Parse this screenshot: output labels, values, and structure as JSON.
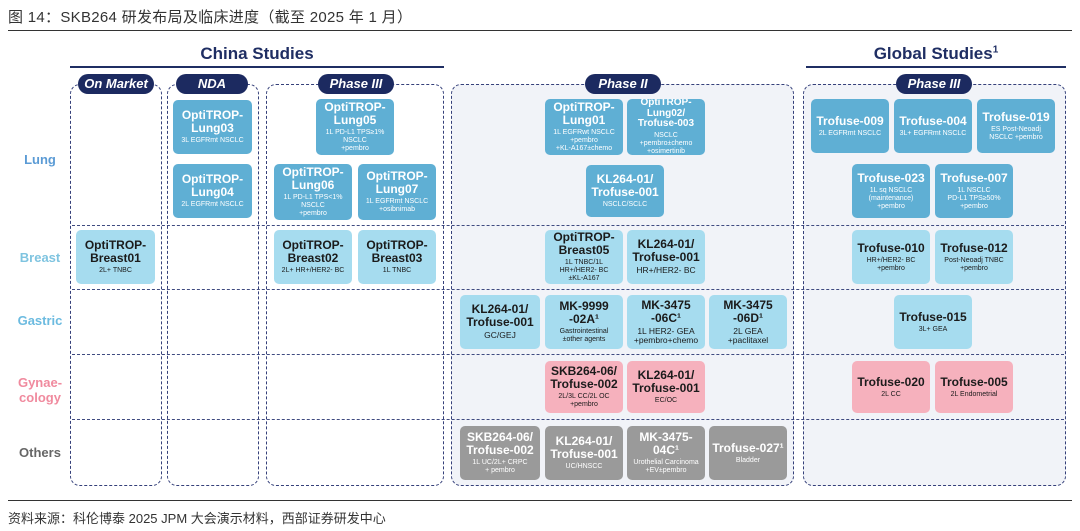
{
  "figure_title": "图 14：SKB264 研发布局及临床进度（截至 2025 年 1 月）",
  "source": "资料来源：科伦博泰 2025 JPM 大会演示材料，西部证券研发中心",
  "regions": {
    "china": "China Studies",
    "global": "Global Studies",
    "global_sup": "1"
  },
  "phases": {
    "on_market": "On Market",
    "nda": "NDA",
    "phase3": "Phase III",
    "phase2": "Phase II",
    "global_phase3": "Phase III"
  },
  "rows": {
    "lung": "Lung",
    "breast": "Breast",
    "gastric": "Gastric",
    "gyn1": "Gynae-",
    "gyn2": "cology",
    "others": "Others"
  },
  "colors": {
    "navy": "#1c2a60",
    "blue": "#5fafd4",
    "lightblue": "#a6dcef",
    "pink": "#f6b1bd",
    "grey": "#9a9a9a"
  },
  "cards": {
    "om_breast01": {
      "name": "OptiTROP-\nBreast01",
      "desc": "2L+ TNBC"
    },
    "nda_lung03": {
      "name": "OptiTROP-\nLung03",
      "desc": "3L EGFRmt NSCLC"
    },
    "nda_lung04": {
      "name": "OptiTROP-\nLung04",
      "desc": "2L EGFRmt NSCLC"
    },
    "p3_lung05": {
      "name": "OptiTROP-\nLung05",
      "desc": "1L PD-L1 TPS≥1%\nNSCLC\n+pembro"
    },
    "p3_lung06": {
      "name": "OptiTROP-\nLung06",
      "desc": "1L PD-L1 TPS<1%\nNSCLC\n+pembro"
    },
    "p3_lung07": {
      "name": "OptiTROP-\nLung07",
      "desc": "1L EGFRmt NSCLC\n+osibnimab"
    },
    "p3_breast02": {
      "name": "OptiTROP-\nBreast02",
      "desc": "2L+ HR+/HER2- BC"
    },
    "p3_breast03": {
      "name": "OptiTROP-\nBreast03",
      "desc": "1L TNBC"
    },
    "p2_lung01": {
      "name": "OptiTROP-\nLung01",
      "desc": "1L EGFRwt NSCLC\n+pembro\n+KL-A167±chemo"
    },
    "p2_lung0203": {
      "name": "OptiTROP-\nLung02/\nTrofuse-003",
      "desc": "NSCLC\n+pembro±chemo\n+osimertinib"
    },
    "p2_kl_lung": {
      "name": "KL264-01/\nTrofuse-001",
      "desc": "NSCLC/SCLC"
    },
    "p2_breast05": {
      "name": "OptiTROP-\nBreast05",
      "desc": "1L TNBC/1L\nHR+/HER2- BC\n±KL-A167"
    },
    "p2_kl_breast": {
      "name": "KL264-01/\nTrofuse-001",
      "desc": "HR+/HER2- BC"
    },
    "p2_kl_gastric": {
      "name": "KL264-01/\nTrofuse-001",
      "desc": "GC/GEJ"
    },
    "p2_mk9999": {
      "name": "MK-9999\n-02A¹",
      "desc": "Gastrointestinal\n±other agents"
    },
    "p2_mk3475_06c": {
      "name": "MK-3475\n-06C¹",
      "desc": "1L HER2- GEA\n+pembro+chemo"
    },
    "p2_mk3475_06d": {
      "name": "MK-3475\n-06D¹",
      "desc": "2L GEA\n+paclitaxel"
    },
    "p2_skb_gyn": {
      "name": "SKB264-06/\nTrofuse-002",
      "desc": "2L/3L CC/2L OC\n+pembro"
    },
    "p2_kl_gyn": {
      "name": "KL264-01/\nTrofuse-001",
      "desc": "EC/OC"
    },
    "p2_skb_oth": {
      "name": "SKB264-06/\nTrofuse-002",
      "desc": "1L UC/2L+ CRPC\n+ pembro"
    },
    "p2_kl_oth": {
      "name": "KL264-01/\nTrofuse-001",
      "desc": "UC/HNSCC"
    },
    "p2_mk3475_04c": {
      "name": "MK-3475-\n04C¹",
      "desc": "Urothelial Carcinoma\n+EV±pembro"
    },
    "p2_trofuse027": {
      "name": "Trofuse-027¹",
      "desc": "Bladder"
    },
    "g_t009": {
      "name": "Trofuse-009",
      "desc": "2L EGFRmt NSCLC"
    },
    "g_t004": {
      "name": "Trofuse-004",
      "desc": "3L+ EGFRmt NSCLC"
    },
    "g_t019": {
      "name": "Trofuse-019",
      "desc": "ES Post-Neoadj\nNSCLC +pembro"
    },
    "g_t023": {
      "name": "Trofuse-023",
      "desc": "1L sq NSCLC\n(maintenance)\n+pembro"
    },
    "g_t007": {
      "name": "Trofuse-007",
      "desc": "1L NSCLC\nPD-L1 TPS≥50%\n+pembro"
    },
    "g_t010": {
      "name": "Trofuse-010",
      "desc": "HR+/HER2- BC\n+pembro"
    },
    "g_t012": {
      "name": "Trofuse-012",
      "desc": "Post-Neoadj TNBC\n+pembro"
    },
    "g_t015": {
      "name": "Trofuse-015",
      "desc": "3L+ GEA"
    },
    "g_t020": {
      "name": "Trofuse-020",
      "desc": "2L CC"
    },
    "g_t005": {
      "name": "Trofuse-005",
      "desc": "2L Endometrial"
    }
  }
}
